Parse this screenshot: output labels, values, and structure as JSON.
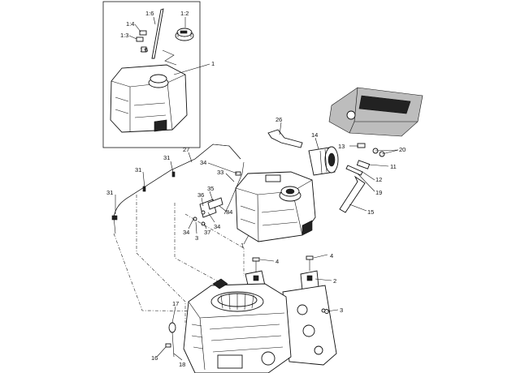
{
  "callouts": {
    "c1_6": "1:6",
    "c1_2": "1:2",
    "c1_4": "1:4",
    "c1_3": "1:3",
    "c1_5": "1:5",
    "c1_inset": "1",
    "c26": "26",
    "c14": "14",
    "c13": "13",
    "c20": "20",
    "c11": "11",
    "c12": "12",
    "c19": "19",
    "c15": "15",
    "c27": "27",
    "c31a": "31",
    "c31b": "31",
    "c31c": "31",
    "c34a": "34",
    "c33": "33",
    "c35": "35",
    "c36": "36",
    "c34b": "34",
    "c34c": "34",
    "c34d": "34",
    "c3a": "3",
    "c37": "37",
    "c1_main": "1",
    "c4a": "4",
    "c4b": "4",
    "c2": "2",
    "c3b": "3",
    "c17": "17",
    "c16": "16",
    "c18": "18"
  },
  "colors": {
    "line": "#111111",
    "shade": "#bdbdbd",
    "background": "#ffffff"
  }
}
